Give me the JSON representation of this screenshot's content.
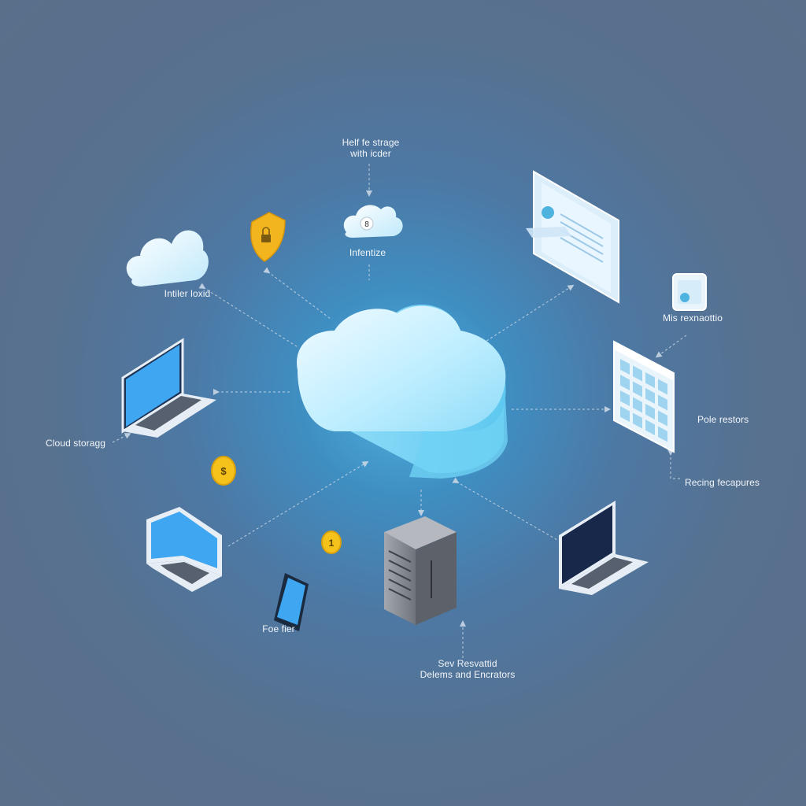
{
  "colors": {
    "background": "#5a6f8a",
    "glow": "#4fb3e0",
    "cloud": "#bfeeff",
    "connector": "#c9d7e6",
    "shield": "#f2b51e",
    "coin": "#f5c21b",
    "screen_blue": "#3fa6f2",
    "screen_dark": "#18284a",
    "server": "#8a8e96"
  },
  "icons": {
    "central": "cloud-icon",
    "shield": "shield-lock-icon",
    "coins": "coin-icon",
    "server": "server-tower-icon",
    "phone": "smartphone-icon",
    "laptop": "laptop-icon",
    "document": "document-panel-icon",
    "calendar": "grid-panel-icon",
    "device": "small-device-icon"
  },
  "labels": {
    "top_storage": [
      "Helf fe strage",
      "with icder"
    ],
    "top_interface": "Infentize",
    "cloud_left": "Intiler loxid",
    "mis": "Mis rexnaottio",
    "cloud_storage": "Cloud storagg",
    "pole_restors": "Pole restors",
    "recing_fecapures": "Recing fecapures",
    "phone_label": "Foe fier",
    "server_label": [
      "Sev Resvattid",
      "Delems and Encrators"
    ]
  },
  "coins": {
    "coin_left": "$",
    "coin_mid": "1"
  },
  "badge": {
    "top_cloud": "8"
  }
}
